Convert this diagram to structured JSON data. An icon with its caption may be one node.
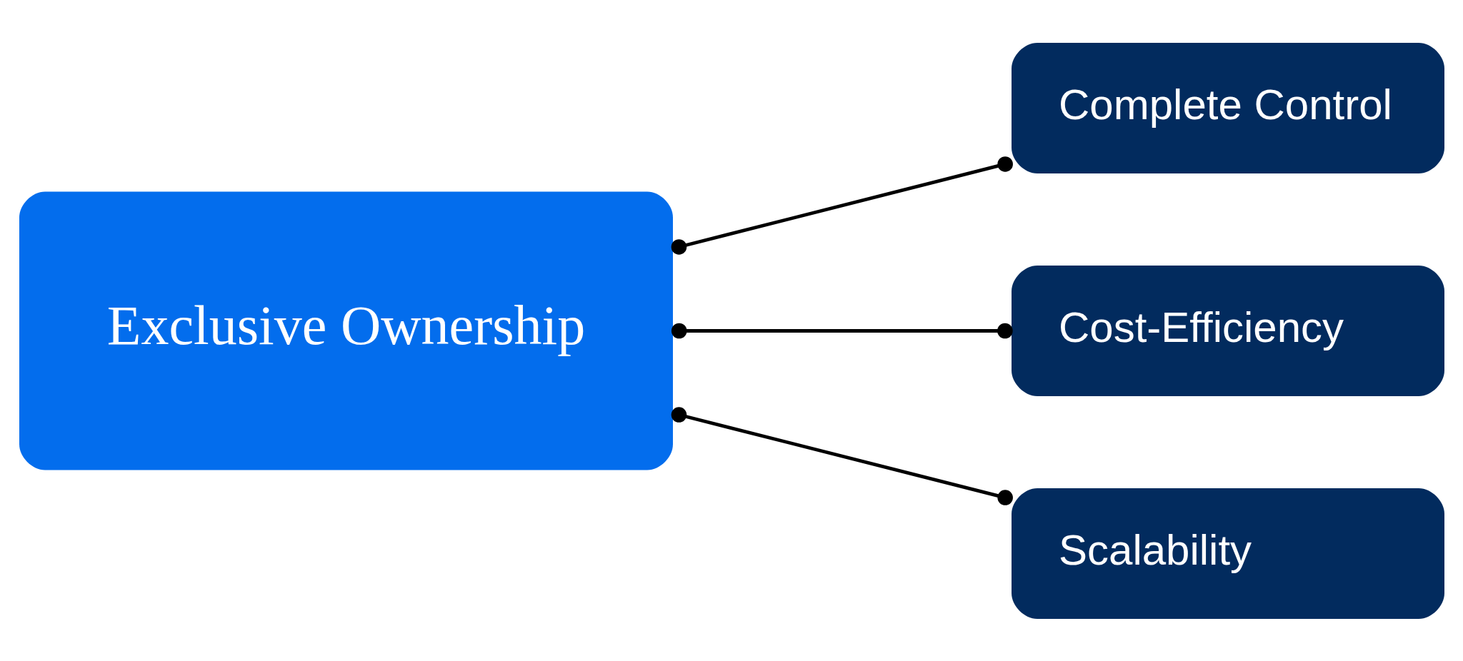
{
  "diagram": {
    "nodes": [
      {
        "text": [
          "Exclusive Ownership"
        ]
      },
      {
        "text": [
          "Complete Control"
        ]
      },
      {
        "text": [
          "Cost-Efficiency"
        ]
      },
      {
        "text": [
          "Scalability"
        ]
      }
    ],
    "edges": [
      {
        "from": 0,
        "to": 1,
        "arrow": "other"
      },
      {
        "from": 0,
        "to": 2,
        "arrow": "other"
      },
      {
        "from": 0,
        "to": 3,
        "arrow": "other"
      }
    ]
  }
}
